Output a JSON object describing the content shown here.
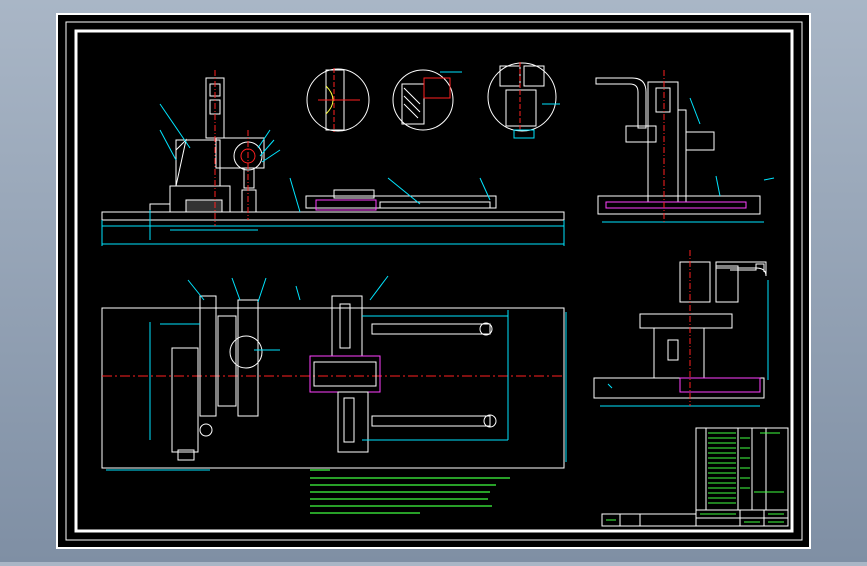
{
  "app": {
    "background_color": "#8a9ab0"
  },
  "drawing": {
    "sheet_color": "#000000",
    "frame_color": "#ffffff",
    "colors": {
      "outline": "#ffffff",
      "center_line": "#ff2020",
      "dimension": "#00e5ff",
      "hidden": "#ffff40",
      "notes": "#40ff40",
      "hatch": "#ff40ff"
    },
    "views": [
      {
        "id": "front-view",
        "kind": "elevation"
      },
      {
        "id": "side-view",
        "kind": "elevation"
      },
      {
        "id": "plan-view",
        "kind": "top"
      },
      {
        "id": "detail-view-1",
        "kind": "detail-circle"
      },
      {
        "id": "detail-view-2",
        "kind": "detail-circle"
      },
      {
        "id": "detail-view-3",
        "kind": "detail-circle"
      },
      {
        "id": "lower-side-view",
        "kind": "elevation"
      }
    ],
    "notes_lines": 6,
    "title_block": {
      "rows": 16,
      "columns": 5
    }
  }
}
